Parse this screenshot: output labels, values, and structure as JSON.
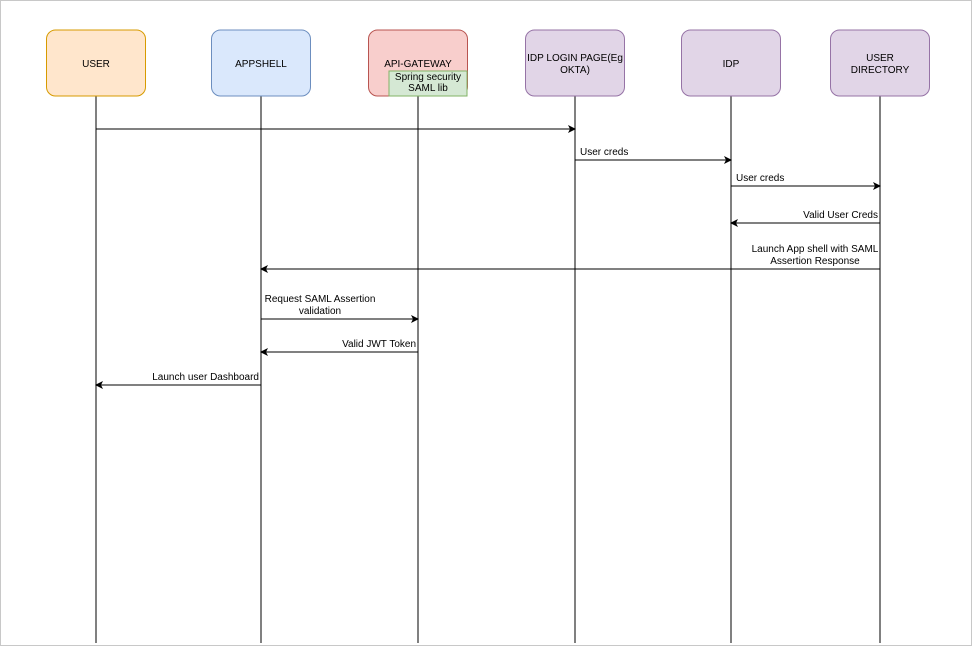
{
  "participants": [
    {
      "id": "user",
      "lines": [
        "USER"
      ],
      "fill": "#ffe6cc",
      "stroke": "#d79b00"
    },
    {
      "id": "appshell",
      "lines": [
        "APPSHELL"
      ],
      "fill": "#dae8fc",
      "stroke": "#6c8ebf"
    },
    {
      "id": "api-gateway",
      "lines": [
        "API-GATEWAY"
      ],
      "fill": "#f8cecc",
      "stroke": "#b85450",
      "sub": {
        "lines": [
          "Spring security",
          "SAML lib"
        ],
        "fill": "#d5e8d4",
        "stroke": "#82b366"
      }
    },
    {
      "id": "idp-login-page",
      "lines": [
        "IDP LOGIN PAGE(Eg",
        "OKTA)"
      ],
      "fill": "#e1d5e7",
      "stroke": "#9673a6"
    },
    {
      "id": "idp",
      "lines": [
        "IDP"
      ],
      "fill": "#e1d5e7",
      "stroke": "#9673a6"
    },
    {
      "id": "user-directory",
      "lines": [
        "USER",
        "DIRECTORY"
      ],
      "fill": "#e1d5e7",
      "stroke": "#9673a6"
    }
  ],
  "messages": [
    {
      "from": "user",
      "to": "idp-login-page",
      "lines": []
    },
    {
      "from": "idp-login-page",
      "to": "idp",
      "lines": [
        "User creds"
      ]
    },
    {
      "from": "idp",
      "to": "user-directory",
      "lines": [
        "User creds"
      ]
    },
    {
      "from": "user-directory",
      "to": "idp",
      "lines": [
        "Valid User Creds"
      ]
    },
    {
      "from": "user-directory",
      "to": "appshell",
      "lines": [
        "Launch App shell with SAML",
        "Assertion Response"
      ]
    },
    {
      "from": "appshell",
      "to": "api-gateway",
      "lines": [
        "Request SAML Assertion",
        "validation"
      ]
    },
    {
      "from": "api-gateway",
      "to": "appshell",
      "lines": [
        "Valid JWT Token"
      ]
    },
    {
      "from": "appshell",
      "to": "user",
      "lines": [
        "Launch user Dashboard"
      ]
    }
  ]
}
